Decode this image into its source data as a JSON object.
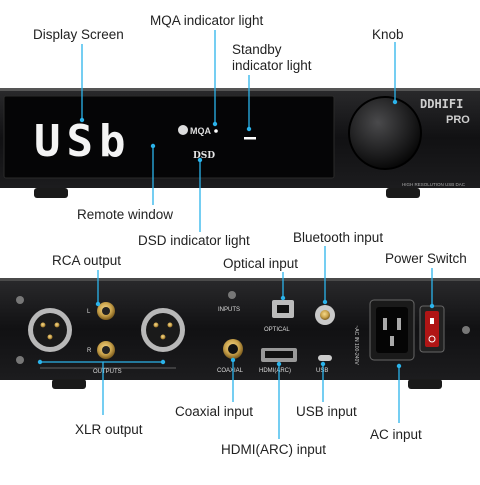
{
  "front": {
    "display": "USb",
    "mqa_badge": "MQA",
    "dsd_badge": "DSD",
    "standby_mark": "–",
    "brand_logo": "DDHIFI",
    "brand_model": "PRO",
    "tagline": "HIGH RESOLUTION USB DAC"
  },
  "rear": {
    "inputs_tag": "INPUTS",
    "outputs_tag": "OUTPUTS",
    "optical_tag": "OPTICAL",
    "coaxial_tag": "COAXIAL",
    "hdmi_tag": "HDMI(ARC)",
    "usb_tag": "USB",
    "ac_tag": "~AC IN 100-240V",
    "left_mark": "L",
    "right_mark": "R"
  },
  "labels": {
    "display_screen": "Display Screen",
    "mqa_light": "MQA indicator light",
    "standby_light_1": "Standby",
    "standby_light_2": "indicator light",
    "knob": "Knob",
    "remote_window": "Remote window",
    "dsd_light": "DSD indicator light",
    "rca_output": "RCA output",
    "optical_input": "Optical input",
    "bluetooth_input": "Bluetooth input",
    "power_switch": "Power Switch",
    "coaxial_input": "Coaxial input",
    "usb_input": "USB input",
    "xlr_output": "XLR output",
    "ac_input": "AC input",
    "hdmi_input": "HDMI(ARC) input"
  }
}
